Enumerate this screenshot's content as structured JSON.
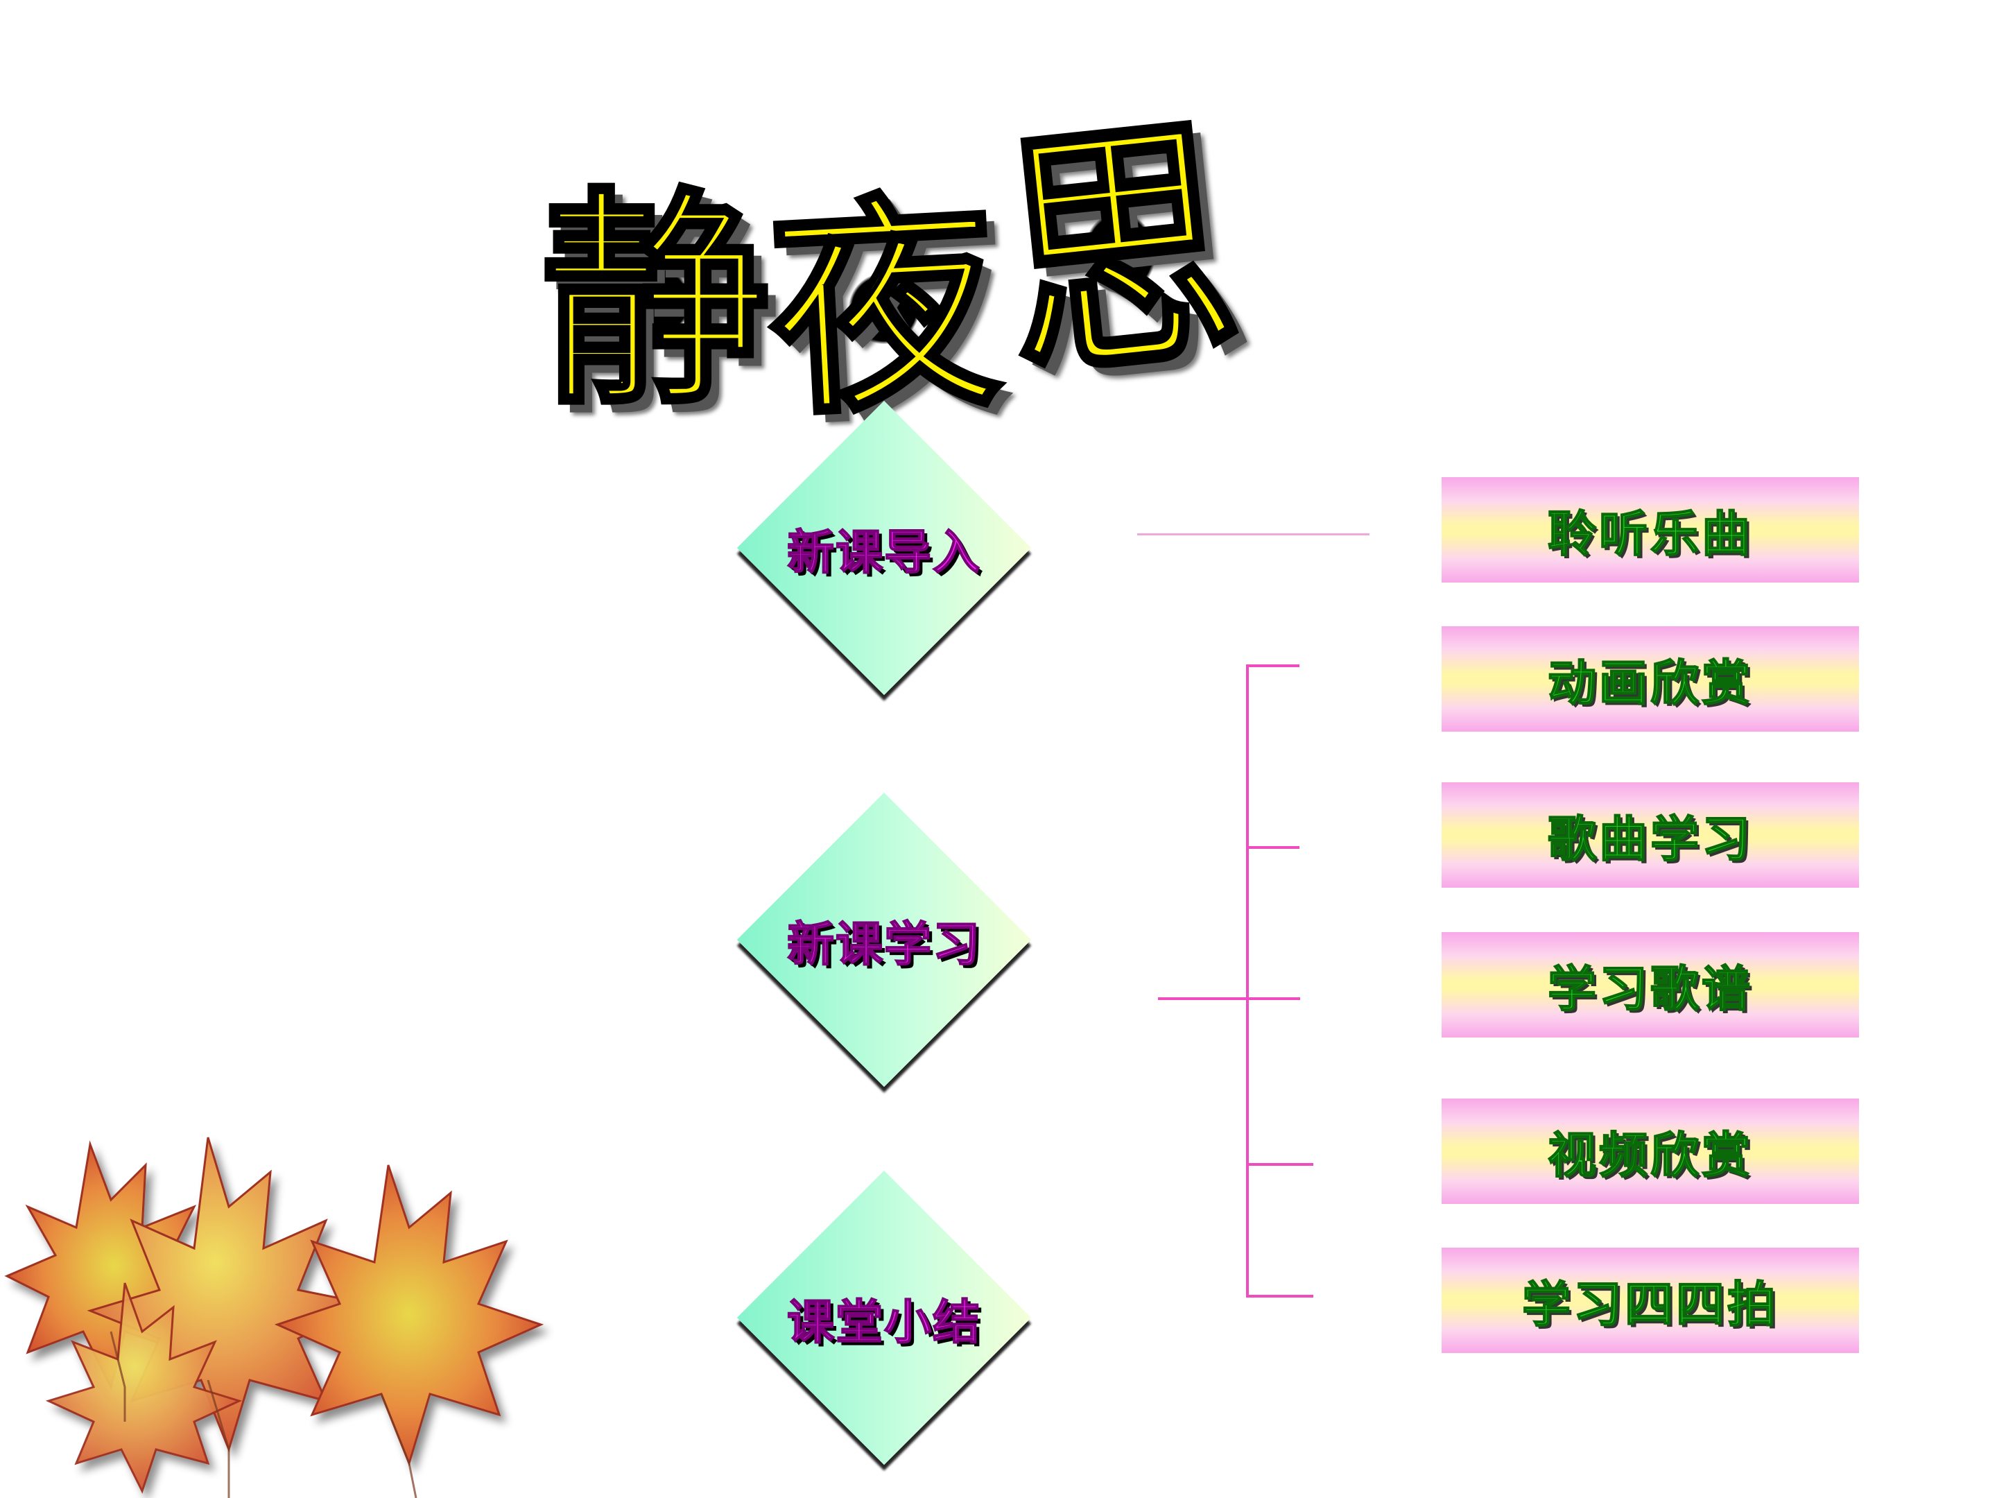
{
  "title": {
    "char1": "静",
    "char2": "夜",
    "char3": "思"
  },
  "sections": [
    {
      "label": "新课导入"
    },
    {
      "label": "新课学习"
    },
    {
      "label": "课堂小结"
    }
  ],
  "menu_items": [
    {
      "label": "聆听乐曲"
    },
    {
      "label": "动画欣赏"
    },
    {
      "label": "歌曲学习"
    },
    {
      "label": "学习歌谱"
    },
    {
      "label": "视频欣赏"
    },
    {
      "label": "学习四四拍"
    }
  ],
  "colors": {
    "title_fill": "#fff200",
    "section_text": "#ff1fff",
    "menu_text": "#1fd41f",
    "connector": "#f04cbf"
  },
  "icons": {
    "decoration": "maple-leaves-icon"
  }
}
